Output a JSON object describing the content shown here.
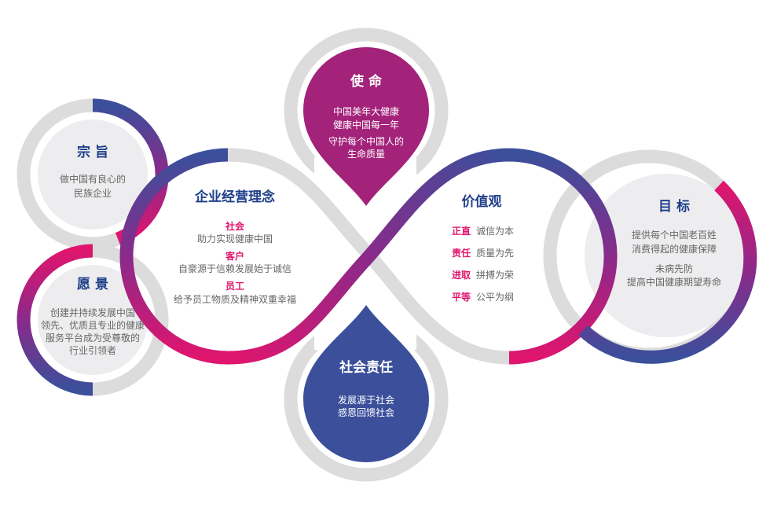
{
  "colors": {
    "blue": "#3b4f9b",
    "purple": "#8a2a8a",
    "pink": "#e0156e",
    "mission": "#a3227a",
    "ring": "#dcdcdc",
    "fill": "#ededef"
  },
  "purpose": {
    "title": "宗 旨",
    "lines": [
      "做中国有良心的",
      "民族企业"
    ]
  },
  "vision": {
    "title": "愿 景",
    "lines": [
      "创建并持续发展中国",
      "领先、优质且专业的健康",
      "服务平台成为受尊敬的",
      "行业引领者"
    ]
  },
  "philosophy": {
    "title": "企业经营理念",
    "items": [
      {
        "key": "社会",
        "text": "助力实现健康中国"
      },
      {
        "key": "客户",
        "text": "自豪源于信赖发展始于诚信"
      },
      {
        "key": "员工",
        "text": "给予员工物质及精神双重幸福"
      }
    ]
  },
  "mission": {
    "title": "使 命",
    "lines": [
      "中国美年大健康",
      "健康中国每一年",
      "守护每个中国人的",
      "生命质量"
    ]
  },
  "values": {
    "title": "价值观",
    "items": [
      {
        "key": "正直",
        "text": "诚信为本"
      },
      {
        "key": "责任",
        "text": "质量为先"
      },
      {
        "key": "进取",
        "text": "拼搏为荣"
      },
      {
        "key": "平等",
        "text": "公平为纲"
      }
    ]
  },
  "goal": {
    "title": "目 标",
    "lines": [
      "提供每个中国老百姓",
      "消费得起的健康保障",
      "未病先防",
      "提高中国健康期望寿命"
    ]
  },
  "social": {
    "title": "社会责任",
    "lines": [
      "发展源于社会",
      "感恩回馈社会"
    ]
  }
}
